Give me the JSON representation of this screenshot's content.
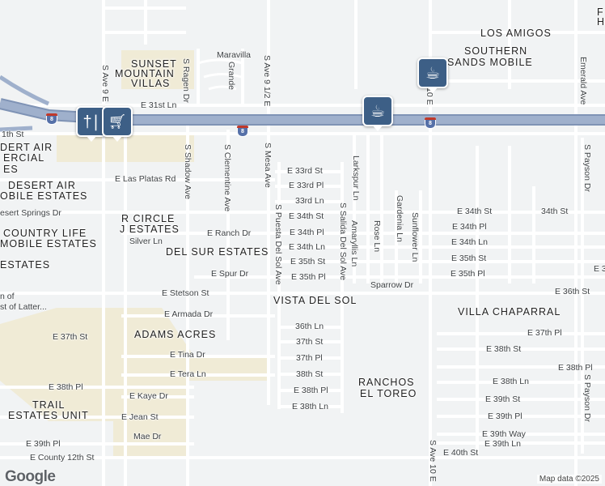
{
  "map": {
    "attribution": "Map data ©2025",
    "logo": "Google",
    "background_color": "#f1f3f4",
    "road_color": "#ffffff",
    "highway_color": "#8fa3c2",
    "park_color": "#efe7c9",
    "highway_label": "8",
    "area_labels": {
      "los_amigos": "LOS AMIGOS",
      "southern": "SOUTHERN",
      "sands_mobile": "SANDS MOBILE",
      "sunset": "SUNSET",
      "mountain": "MOUNTAIN",
      "villas": "VILLAS",
      "dert_air": "DERT AIR",
      "ercial": "ERCIAL",
      "es": "ES",
      "desert_air": "DESERT AIR",
      "obile_estates": "OBILE ESTATES",
      "r_circle": "R CIRCLE",
      "j_estates": "J ESTATES",
      "country_life": "COUNTRY LIFE",
      "mobile_estates": "MOBILE ESTATES",
      "estates_left": "ESTATES",
      "del_sur": "DEL SUR ESTATES",
      "vista_del_sol": "VISTA DEL SOL",
      "villa_chaparral": "VILLA CHAPARRAL",
      "adams_acres": "ADAMS ACRES",
      "ranchos": "RANCHOS",
      "el_toreo": "EL TOREO",
      "trail": "TRAIL",
      "estates_unit": "ESTATES UNIT",
      "f": "F",
      "h": "H"
    },
    "street_labels": {
      "maravilla": "Maravilla",
      "e_31st_ln": "E 31st Ln",
      "e_11th_st": "1th St",
      "e_33rd_st": "E 33rd St",
      "e_33rd_pl": "E 33rd Pl",
      "33rd_ln": "33rd Ln",
      "e_34th_st": "E 34th St",
      "e_34th_pl": "E 34th Pl",
      "e_34th_ln": "E 34th Ln",
      "e_35th_st": "E 35th St",
      "e_35th_pl": "E 35th Pl",
      "e_34th_st_r": "E 34th St",
      "34th_st": "34th St",
      "e_34th_pl_r": "E 34th Pl",
      "e_34th_ln_r": "E 34th Ln",
      "e_35th_st_r": "E 35th St",
      "e_35th_pl_r": "E 35th Pl",
      "e_36th_st": "E 36th St",
      "sparrow_dr": "Sparrow Dr",
      "e_las_platas_rd": "E Las Platas Rd",
      "esert_springs": "esert Springs Dr",
      "silver_ln": "Silver Ln",
      "e_ranch_dr": "E Ranch Dr",
      "e_spur_dr": "E Spur Dr",
      "e_stetson_st": "E Stetson St",
      "e_armada_dr": "E Armada Dr",
      "36th_ln": "36th Ln",
      "37th_st": "37th St",
      "37th_pl": "37th Pl",
      "38th_st": "38th St",
      "e_38th_pl": "E 38th Pl",
      "e_38th_ln": "E 38th Ln",
      "e_37th_st": "E 37th St",
      "e_tina_dr": "E Tina Dr",
      "e_tera_ln": "E Tera Ln",
      "e_38th_pl_l": "E 38th Pl",
      "e_kaye_dr": "E Kaye Dr",
      "e_jean_st": "E Jean St",
      "e_39th_pl_l": "E 39th Pl",
      "mae_dr": "Mae Dr",
      "e_county_12th": "E County 12th St",
      "e_37th_pl_r": "E 37th Pl",
      "e_38th_st_r": "E 38th St",
      "e_38th_pl_r": "E 38th Pl",
      "e_38th_ln_r": "E 38th Ln",
      "e_39th_st_r": "E 39th St",
      "e_39th_pl_r": "E 39th Pl",
      "e_39th_way": "E 39th Way",
      "e_39th_ln_r": "E 39th Ln",
      "e_40th_st": "E 40th St",
      "e3": "E 3",
      "n_of": "n of",
      "st_of_latter": "st of Latter...",
      "s_ave_9e": "S Ave 9 E",
      "s_ragen_dr": "S Ragen Dr",
      "grande": "Grande",
      "s_ave_9_half_e": "S Ave 9 1/2 E",
      "s_shadow_ave": "S Shadow Ave",
      "s_clementine_ave": "S Clementine Ave",
      "s_mesa_ave": "S Mesa Ave",
      "s_puesta_del_sol": "S Puesta Del Sol Ave",
      "s_salida_del_sol": "S Salida Del Sol Ave",
      "larkspur_ln": "Larkspur Ln",
      "amaryllis_ln": "Amaryllis Ln",
      "rose_ln": "Rose Ln",
      "gardenia_ln": "Gardenia Ln",
      "sunflower_ln": "Sunflower Ln",
      "s_ave_10e_top": "10 E",
      "s_ave_10e": "S Ave 10 E",
      "emerald_ave": "Emerald Ave",
      "s_payson_dr": "S Payson Dr",
      "s_payson_dr2": "S Payson Dr"
    },
    "pins": {
      "restaurant_icon": "restaurant-icon",
      "shopping_icon": "shopping-cart-icon",
      "cafe_icon": "coffee-icon"
    }
  }
}
